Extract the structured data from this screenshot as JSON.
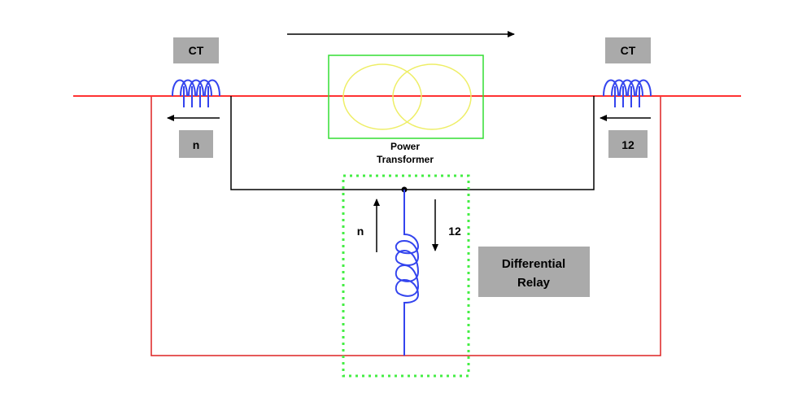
{
  "labels": {
    "ct_left": "CT",
    "ct_right": "CT",
    "current_left": "n",
    "current_right": "12",
    "transformer_line1": "Power",
    "transformer_line2": "Transformer",
    "relay_current_up": "n",
    "relay_current_down": "12",
    "relay_line1": "Differential",
    "relay_line2": "Relay"
  },
  "colors": {
    "power_line": "#ff3333",
    "secondary_loop": "#dd2222",
    "ct_coil": "#3344ee",
    "relay_coil": "#3344ee",
    "transformer_box": "#33dd33",
    "transformer_windings": "#eeee66",
    "relay_zone": "#44ee44",
    "label_box": "#aaaaaa",
    "wire": "#000000"
  }
}
